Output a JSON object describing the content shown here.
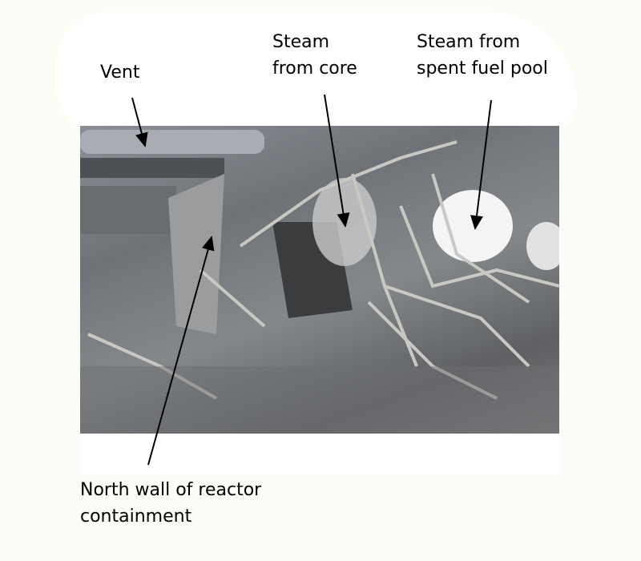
{
  "annotations": {
    "vent": "Vent",
    "steam_core_line1": "Steam",
    "steam_core_line2": "from core",
    "steam_pool_line1": "Steam from",
    "steam_pool_line2": "spent fuel pool",
    "north_wall_line1": "North wall of reactor",
    "north_wall_line2": "containment"
  }
}
